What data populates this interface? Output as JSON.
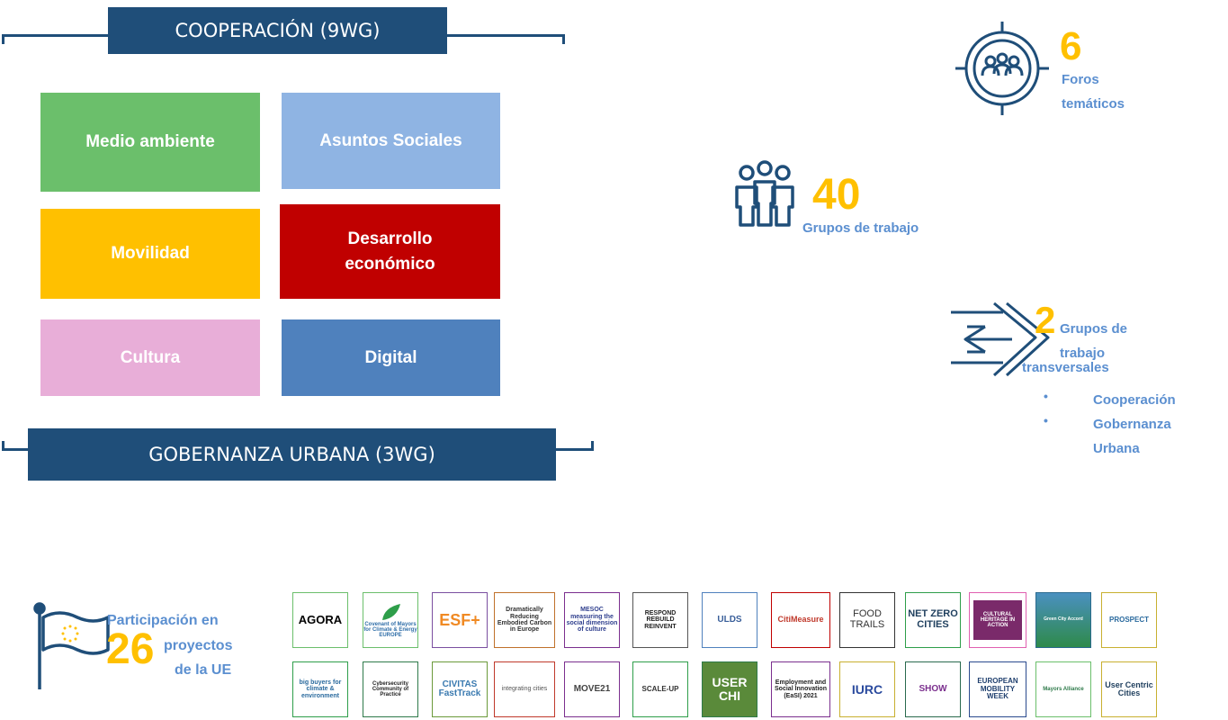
{
  "cooperation_banner": "COOPERACIÓN (9WG)",
  "governance_banner": "GOBERNANZA URBANA (3WG)",
  "tiles": [
    {
      "label": "Medio ambiente",
      "color": "#6bbf6b"
    },
    {
      "label": "Asuntos Sociales",
      "color": "#8fb4e3"
    },
    {
      "label": "Movilidad",
      "color": "#ffc000"
    },
    {
      "label": "Desarrollo\neconómico",
      "color": "#c00000"
    },
    {
      "label": "Cultura",
      "color": "#e8aed8"
    },
    {
      "label": "Digital",
      "color": "#4f81bd"
    }
  ],
  "forums": {
    "number": "6",
    "label_line1": "Foros",
    "label_line2": "temáticos"
  },
  "groups": {
    "number": "40",
    "label": "Grupos de trabajo"
  },
  "transversal": {
    "number": "2",
    "label_line1": "Grupos de",
    "label_line2": "trabajo",
    "label_line3": "transversales",
    "bullets": [
      "Cooperación",
      "Gobernanza",
      "Urbana"
    ]
  },
  "projects": {
    "label_line1": "Participación en",
    "number": "26",
    "label_line2": "proyectos",
    "label_line3": "de la UE"
  },
  "logos_row1": [
    "AGORA",
    "Covenant of Mayors for Climate & Energy EUROPE",
    "ESF+",
    "Dramatically Reducing Embodied Carbon in Europe",
    "MESOC measuring the social dimension of culture",
    "RESPOND REBUILD REINVENT",
    "ULDS",
    "CitiMeasure",
    "FOOD TRAILS",
    "NET ZERO CITIES",
    "CULTURAL HERITAGE IN ACTION",
    "Green City Accord",
    "PROSPECT"
  ],
  "logos_row2": [
    "big buyers for climate & environment",
    "Cybersecurity Community of Practice",
    "CIVITAS FastTrack",
    "integrating cities",
    "MOVE21",
    "SCALE-UP",
    "USER CHI",
    "Employment and Social Innovation (EaSI) 2021",
    "IURC",
    "SHOW",
    "EUROPEAN MOBILITY WEEK",
    "Mayors Alliance",
    "User Centric Cities"
  ],
  "colors": {
    "navy": "#1f4e79",
    "accent_yellow": "#ffc000",
    "label_blue": "#5b8fd0"
  }
}
